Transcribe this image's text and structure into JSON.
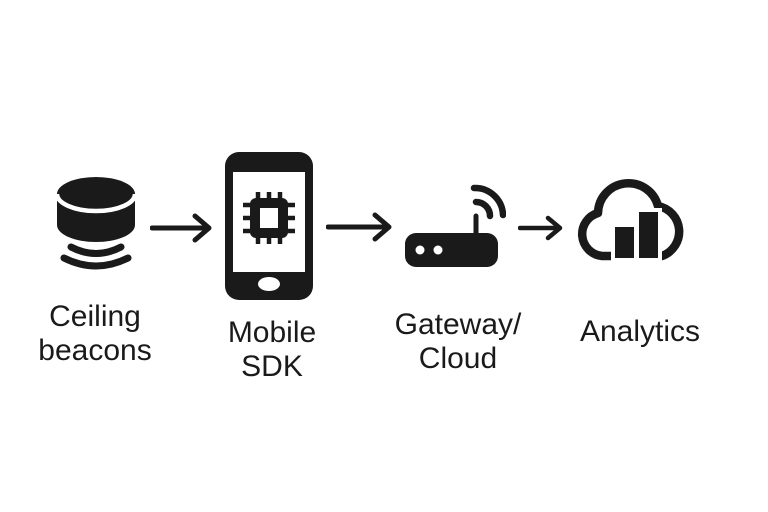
{
  "diagram": {
    "type": "flow",
    "colors": {
      "background": "#ffffff",
      "ink": "#1a1a1a"
    },
    "nodes": [
      {
        "id": "ceiling-beacons",
        "icon": "beacon-icon",
        "label_lines": [
          "Ceiling",
          "beacons"
        ]
      },
      {
        "id": "mobile-sdk",
        "icon": "smartphone-chip-icon",
        "label_lines": [
          "Mobile",
          "SDK"
        ]
      },
      {
        "id": "gateway-cloud",
        "icon": "wifi-router-icon",
        "label_lines": [
          "Gateway/",
          "Cloud"
        ]
      },
      {
        "id": "analytics",
        "icon": "cloud-bar-chart-icon",
        "label_lines": [
          "Analytics"
        ]
      }
    ],
    "arrows": [
      {
        "from": "ceiling-beacons",
        "to": "mobile-sdk"
      },
      {
        "from": "mobile-sdk",
        "to": "gateway-cloud"
      },
      {
        "from": "gateway-cloud",
        "to": "analytics"
      }
    ]
  }
}
